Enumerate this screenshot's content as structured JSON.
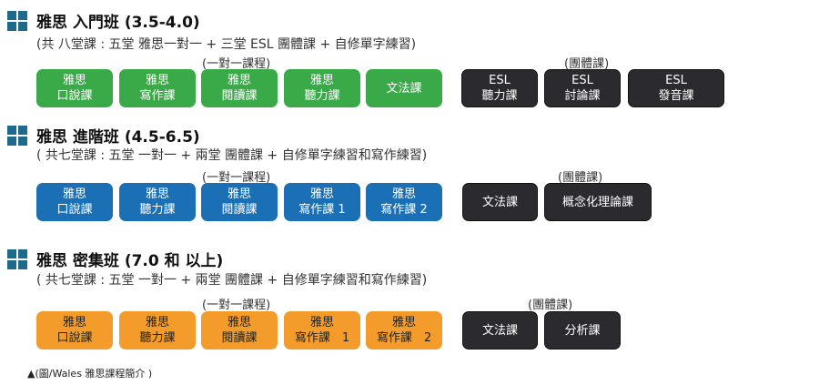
{
  "sections": [
    {
      "title": "雅思 入門班 (3.5-4.0)",
      "subtitle": "(共 八堂課 : 五堂 雅思一對一 + 三堂 ESL 團體課 + 自修單字練習)",
      "one_on_one_label": "(一對一課程)",
      "group_label": "(團體課)",
      "courses": [
        "雅思\n口說課",
        "雅思\n寫作課",
        "雅思\n閱讀課",
        "雅思\n聽力課",
        "文法課"
      ],
      "group_courses": [
        "ESL\n聽力課",
        "ESL\n討論課",
        "ESL\n發音課"
      ]
    },
    {
      "title": "雅思 進階班 (4.5-6.5)",
      "subtitle": "( 共七堂課 : 五堂 一對一 + 兩堂 團體課 + 自修單字練習和寫作練習)",
      "one_on_one_label": "(一對一課程)",
      "group_label": "(團體課)",
      "courses": [
        "雅思\n口說課",
        "雅思\n聽力課",
        "雅思\n閱讀課",
        "雅思\n寫作課 1",
        "雅思\n寫作課 2"
      ],
      "group_courses": [
        "文法課",
        "概念化理論課"
      ]
    },
    {
      "title": "雅思 密集班 (7.0 和 以上)",
      "subtitle": "( 共七堂課 : 五堂 一對一 + 兩堂 團體課 + 自修單字練習和寫作練習)",
      "one_on_one_label": "(一對一課程)",
      "group_label": "(團體課)",
      "courses": [
        "雅思\n口說課",
        "雅思\n聽力課",
        "雅思\n閱讀課",
        "雅思\n寫作課　1",
        "雅思\n寫作課　2"
      ],
      "group_courses": [
        "文法課",
        "分析課"
      ]
    }
  ],
  "caption": "▲(圖/Wales 雅思課程簡介 )",
  "colors": {
    "level1": "#3aaa48",
    "level2": "#1a6fb5",
    "level3": "#f39c2b",
    "group": "#2b2b2f"
  }
}
